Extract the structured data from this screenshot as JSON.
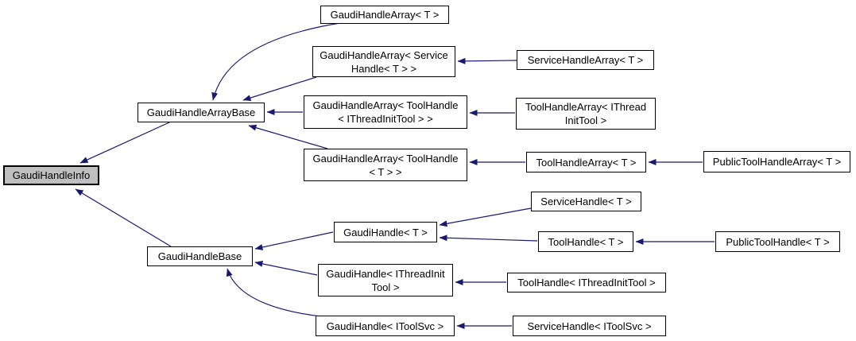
{
  "diagram": {
    "kind": "class-inheritance-graph",
    "colors": {
      "background": "#ffffff",
      "arrow": "#191970",
      "node_border": "#000000",
      "node_fill": "#ffffff",
      "highlight_fill": "#bfbfbf"
    },
    "nodes": [
      {
        "id": "GaudiHandleInfo",
        "label": "GaudiHandleInfo",
        "highlighted": true
      },
      {
        "id": "GaudiHandleArrayBase",
        "label": "GaudiHandleArrayBase",
        "highlighted": false
      },
      {
        "id": "GaudiHandleArray<T>",
        "label": "GaudiHandleArray< T >",
        "highlighted": false
      },
      {
        "id": "GaudiHandleArray<ServiceHandle<T>>",
        "label": "GaudiHandleArray< Service\nHandle< T > >",
        "highlighted": false
      },
      {
        "id": "GaudiHandleArray<ToolHandle<IThreadInitTool>>",
        "label": "GaudiHandleArray< ToolHandle\n< IThreadInitTool > >",
        "highlighted": false
      },
      {
        "id": "GaudiHandleArray<ToolHandle<T>>",
        "label": "GaudiHandleArray< ToolHandle\n< T > >",
        "highlighted": false
      },
      {
        "id": "ServiceHandleArray<T>",
        "label": "ServiceHandleArray< T >",
        "highlighted": false
      },
      {
        "id": "ToolHandleArray<IThreadInitTool>",
        "label": "ToolHandleArray< IThread\nInitTool >",
        "highlighted": false
      },
      {
        "id": "ToolHandleArray<T>",
        "label": "ToolHandleArray< T >",
        "highlighted": false
      },
      {
        "id": "PublicToolHandleArray<T>",
        "label": "PublicToolHandleArray< T >",
        "highlighted": false
      },
      {
        "id": "GaudiHandleBase",
        "label": "GaudiHandleBase",
        "highlighted": false
      },
      {
        "id": "GaudiHandle<T>",
        "label": "GaudiHandle< T >",
        "highlighted": false
      },
      {
        "id": "ServiceHandle<T>",
        "label": "ServiceHandle< T >",
        "highlighted": false
      },
      {
        "id": "ToolHandle<T>",
        "label": "ToolHandle< T >",
        "highlighted": false
      },
      {
        "id": "PublicToolHandle<T>",
        "label": "PublicToolHandle< T >",
        "highlighted": false
      },
      {
        "id": "GaudiHandle<IThreadInitTool>",
        "label": "GaudiHandle< IThreadInit\nTool >",
        "highlighted": false
      },
      {
        "id": "ToolHandle<IThreadInitTool>",
        "label": "ToolHandle< IThreadInitTool >",
        "highlighted": false
      },
      {
        "id": "GaudiHandle<IToolSvc>",
        "label": "GaudiHandle< IToolSvc >",
        "highlighted": false
      },
      {
        "id": "ServiceHandle<IToolSvc>",
        "label": "ServiceHandle< IToolSvc >",
        "highlighted": false
      }
    ],
    "edges": [
      {
        "derived": "GaudiHandleArrayBase",
        "base": "GaudiHandleInfo"
      },
      {
        "derived": "GaudiHandleBase",
        "base": "GaudiHandleInfo"
      },
      {
        "derived": "GaudiHandleArray<T>",
        "base": "GaudiHandleArrayBase"
      },
      {
        "derived": "GaudiHandleArray<ServiceHandle<T>>",
        "base": "GaudiHandleArrayBase"
      },
      {
        "derived": "GaudiHandleArray<ToolHandle<IThreadInitTool>>",
        "base": "GaudiHandleArrayBase"
      },
      {
        "derived": "GaudiHandleArray<ToolHandle<T>>",
        "base": "GaudiHandleArrayBase"
      },
      {
        "derived": "ServiceHandleArray<T>",
        "base": "GaudiHandleArray<ServiceHandle<T>>"
      },
      {
        "derived": "ToolHandleArray<IThreadInitTool>",
        "base": "GaudiHandleArray<ToolHandle<IThreadInitTool>>"
      },
      {
        "derived": "ToolHandleArray<T>",
        "base": "GaudiHandleArray<ToolHandle<T>>"
      },
      {
        "derived": "PublicToolHandleArray<T>",
        "base": "ToolHandleArray<T>"
      },
      {
        "derived": "GaudiHandle<T>",
        "base": "GaudiHandleBase"
      },
      {
        "derived": "GaudiHandle<IThreadInitTool>",
        "base": "GaudiHandleBase"
      },
      {
        "derived": "GaudiHandle<IToolSvc>",
        "base": "GaudiHandleBase"
      },
      {
        "derived": "ServiceHandle<T>",
        "base": "GaudiHandle<T>"
      },
      {
        "derived": "ToolHandle<T>",
        "base": "GaudiHandle<T>"
      },
      {
        "derived": "PublicToolHandle<T>",
        "base": "ToolHandle<T>"
      },
      {
        "derived": "ToolHandle<IThreadInitTool>",
        "base": "GaudiHandle<IThreadInitTool>"
      },
      {
        "derived": "ServiceHandle<IToolSvc>",
        "base": "GaudiHandle<IToolSvc>"
      }
    ]
  }
}
